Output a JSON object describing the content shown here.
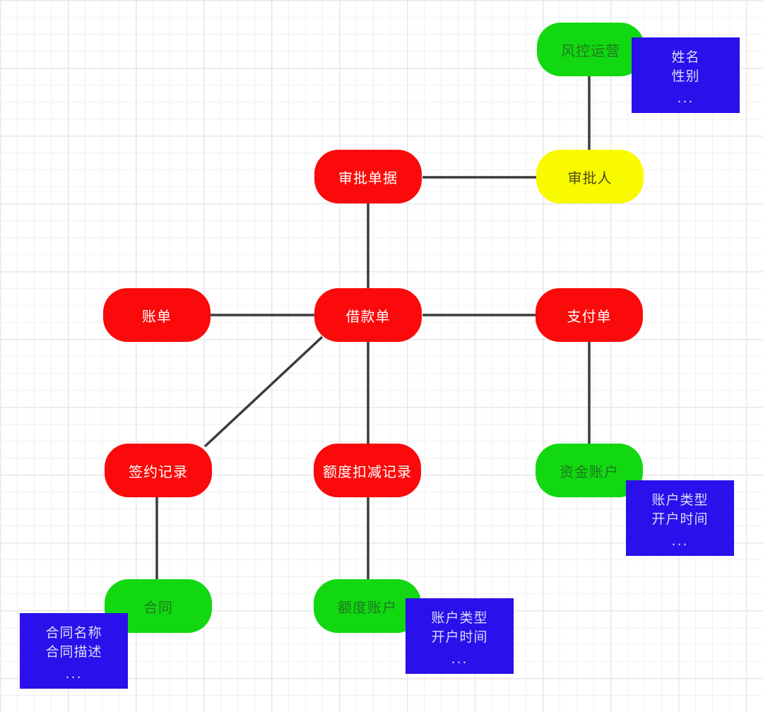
{
  "canvas": {
    "background": "#ffffff",
    "grid_minor_color": "#f1f1f4",
    "grid_major_color": "#e7e7ec"
  },
  "colors": {
    "entity_red": "#fa0a0a",
    "entity_green": "#12d812",
    "entity_yellow": "#f9f900",
    "attribute_blue": "#2a10ea",
    "edge": "#3c3c3c"
  },
  "nodes": {
    "fengkong_yunying": {
      "label": "风控运营",
      "color": "green"
    },
    "shenpi_ren": {
      "label": "审批人",
      "color": "yellow"
    },
    "shenpi_danju": {
      "label": "审批单据",
      "color": "red"
    },
    "zhangdan": {
      "label": "账单",
      "color": "red"
    },
    "jiekuandan": {
      "label": "借款单",
      "color": "red"
    },
    "zhifudan": {
      "label": "支付单",
      "color": "red"
    },
    "qianyue_jilu": {
      "label": "签约记录",
      "color": "red"
    },
    "edu_koujian_jilu": {
      "label": "额度扣减记录",
      "color": "red"
    },
    "zijin_zhanghu": {
      "label": "资金账户",
      "color": "green"
    },
    "hetong": {
      "label": "合同",
      "color": "green"
    },
    "edu_zhanghu": {
      "label": "额度账户",
      "color": "green"
    }
  },
  "attr_boxes": {
    "person": {
      "lines": [
        "姓名",
        "性别",
        "..."
      ]
    },
    "zijin_zhanghu": {
      "lines": [
        "账户类型",
        "开户时间",
        "..."
      ]
    },
    "edu_zhanghu": {
      "lines": [
        "账户类型",
        "开户时间",
        "..."
      ]
    },
    "hetong": {
      "lines": [
        "合同名称",
        "合同描述",
        "..."
      ]
    }
  },
  "edges": [
    {
      "from": "风控运营",
      "to": "审批人"
    },
    {
      "from": "审批单据",
      "to": "审批人"
    },
    {
      "from": "审批单据",
      "to": "借款单"
    },
    {
      "from": "账单",
      "to": "借款单"
    },
    {
      "from": "借款单",
      "to": "支付单"
    },
    {
      "from": "借款单",
      "to": "签约记录"
    },
    {
      "from": "借款单",
      "to": "额度扣减记录"
    },
    {
      "from": "支付单",
      "to": "资金账户"
    },
    {
      "from": "签约记录",
      "to": "合同"
    },
    {
      "from": "额度扣减记录",
      "to": "额度账户"
    }
  ]
}
